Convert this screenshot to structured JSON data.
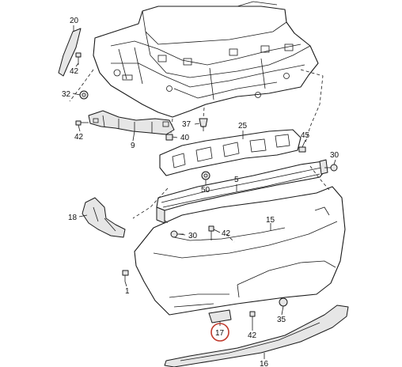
{
  "callouts": [
    {
      "id": "20",
      "text": "20"
    },
    {
      "id": "42a",
      "text": "42"
    },
    {
      "id": "32",
      "text": "32"
    },
    {
      "id": "42b",
      "text": "42"
    },
    {
      "id": "9",
      "text": "9"
    },
    {
      "id": "37",
      "text": "37"
    },
    {
      "id": "40",
      "text": "40"
    },
    {
      "id": "25",
      "text": "25"
    },
    {
      "id": "45",
      "text": "45"
    },
    {
      "id": "30a",
      "text": "30"
    },
    {
      "id": "5",
      "text": "5"
    },
    {
      "id": "50",
      "text": "50"
    },
    {
      "id": "18",
      "text": "18"
    },
    {
      "id": "15",
      "text": "15"
    },
    {
      "id": "42c",
      "text": "42"
    },
    {
      "id": "30b",
      "text": "30"
    },
    {
      "id": "1",
      "text": "1"
    },
    {
      "id": "35",
      "text": "35"
    },
    {
      "id": "17",
      "text": "17"
    },
    {
      "id": "42d",
      "text": "42"
    },
    {
      "id": "16",
      "text": "16"
    }
  ],
  "highlight": {
    "callout": "17",
    "color": "#c0392b"
  }
}
